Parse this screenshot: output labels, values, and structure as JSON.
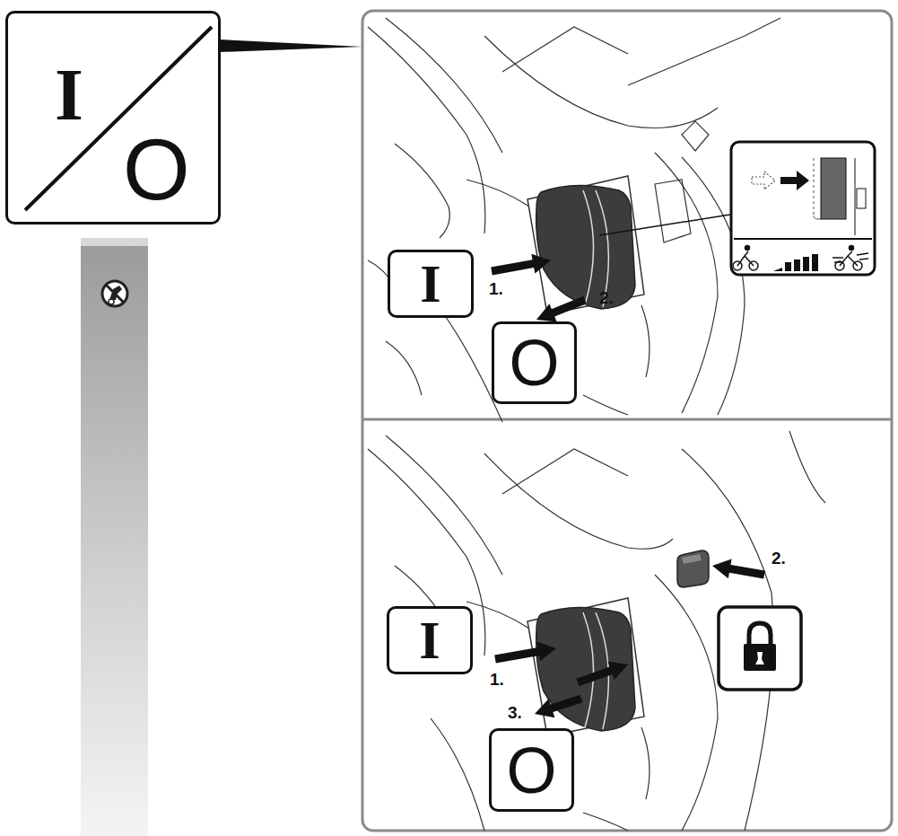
{
  "diagram": {
    "nodes": [
      {
        "text": [
          "I",
          "O"
        ]
      },
      {
        "text": [
          "I"
        ]
      },
      {
        "text": [
          "O"
        ]
      },
      {
        "text": [
          "I"
        ]
      },
      {
        "text": [
          "O"
        ]
      }
    ],
    "labels": [
      "1.",
      "2.",
      "1.",
      "2.",
      "3."
    ]
  }
}
